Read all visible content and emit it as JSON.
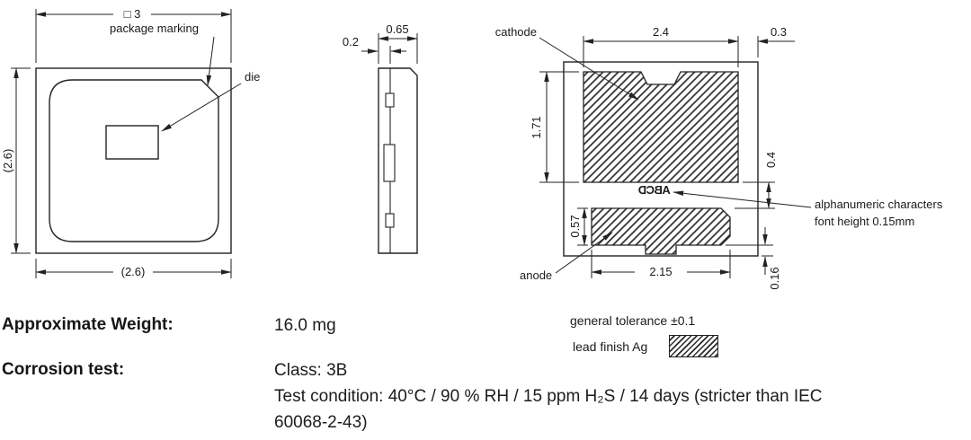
{
  "top_view": {
    "overall_dim": "□ 3",
    "package_marking_label": "package marking",
    "die_label": "die",
    "height_dim": "(2.6)",
    "width_dim": "(2.6)"
  },
  "side_view": {
    "lead_offset_dim": "0.2",
    "thickness_dim": "0.65"
  },
  "bottom_view": {
    "cathode_label": "cathode",
    "anode_label": "anode",
    "cathode_width_dim": "2.4",
    "edge_gap_dim": "0.3",
    "cathode_height_dim": "1.71",
    "anode_height_dim": "0.57",
    "pad_gap_dim": "0.4",
    "bottom_gap_dim": "0.16",
    "anode_width_dim": "2.15",
    "marking": "ABCD",
    "char_note_line1": "alphanumeric characters",
    "char_note_line2": "font height 0.15mm"
  },
  "notes": {
    "tolerance": "general tolerance ±0.1",
    "lead_finish": "lead finish Ag"
  },
  "specs": {
    "weight_label": "Approximate Weight:",
    "weight_value": "16.0 mg",
    "corrosion_label": "Corrosion test:",
    "corrosion_class": "Class: 3B",
    "test_condition_line1": "Test condition: 40°C / 90 % RH / 15 ppm H₂S / 14 days (stricter than IEC",
    "test_condition_line2": "60068-2-43)"
  }
}
